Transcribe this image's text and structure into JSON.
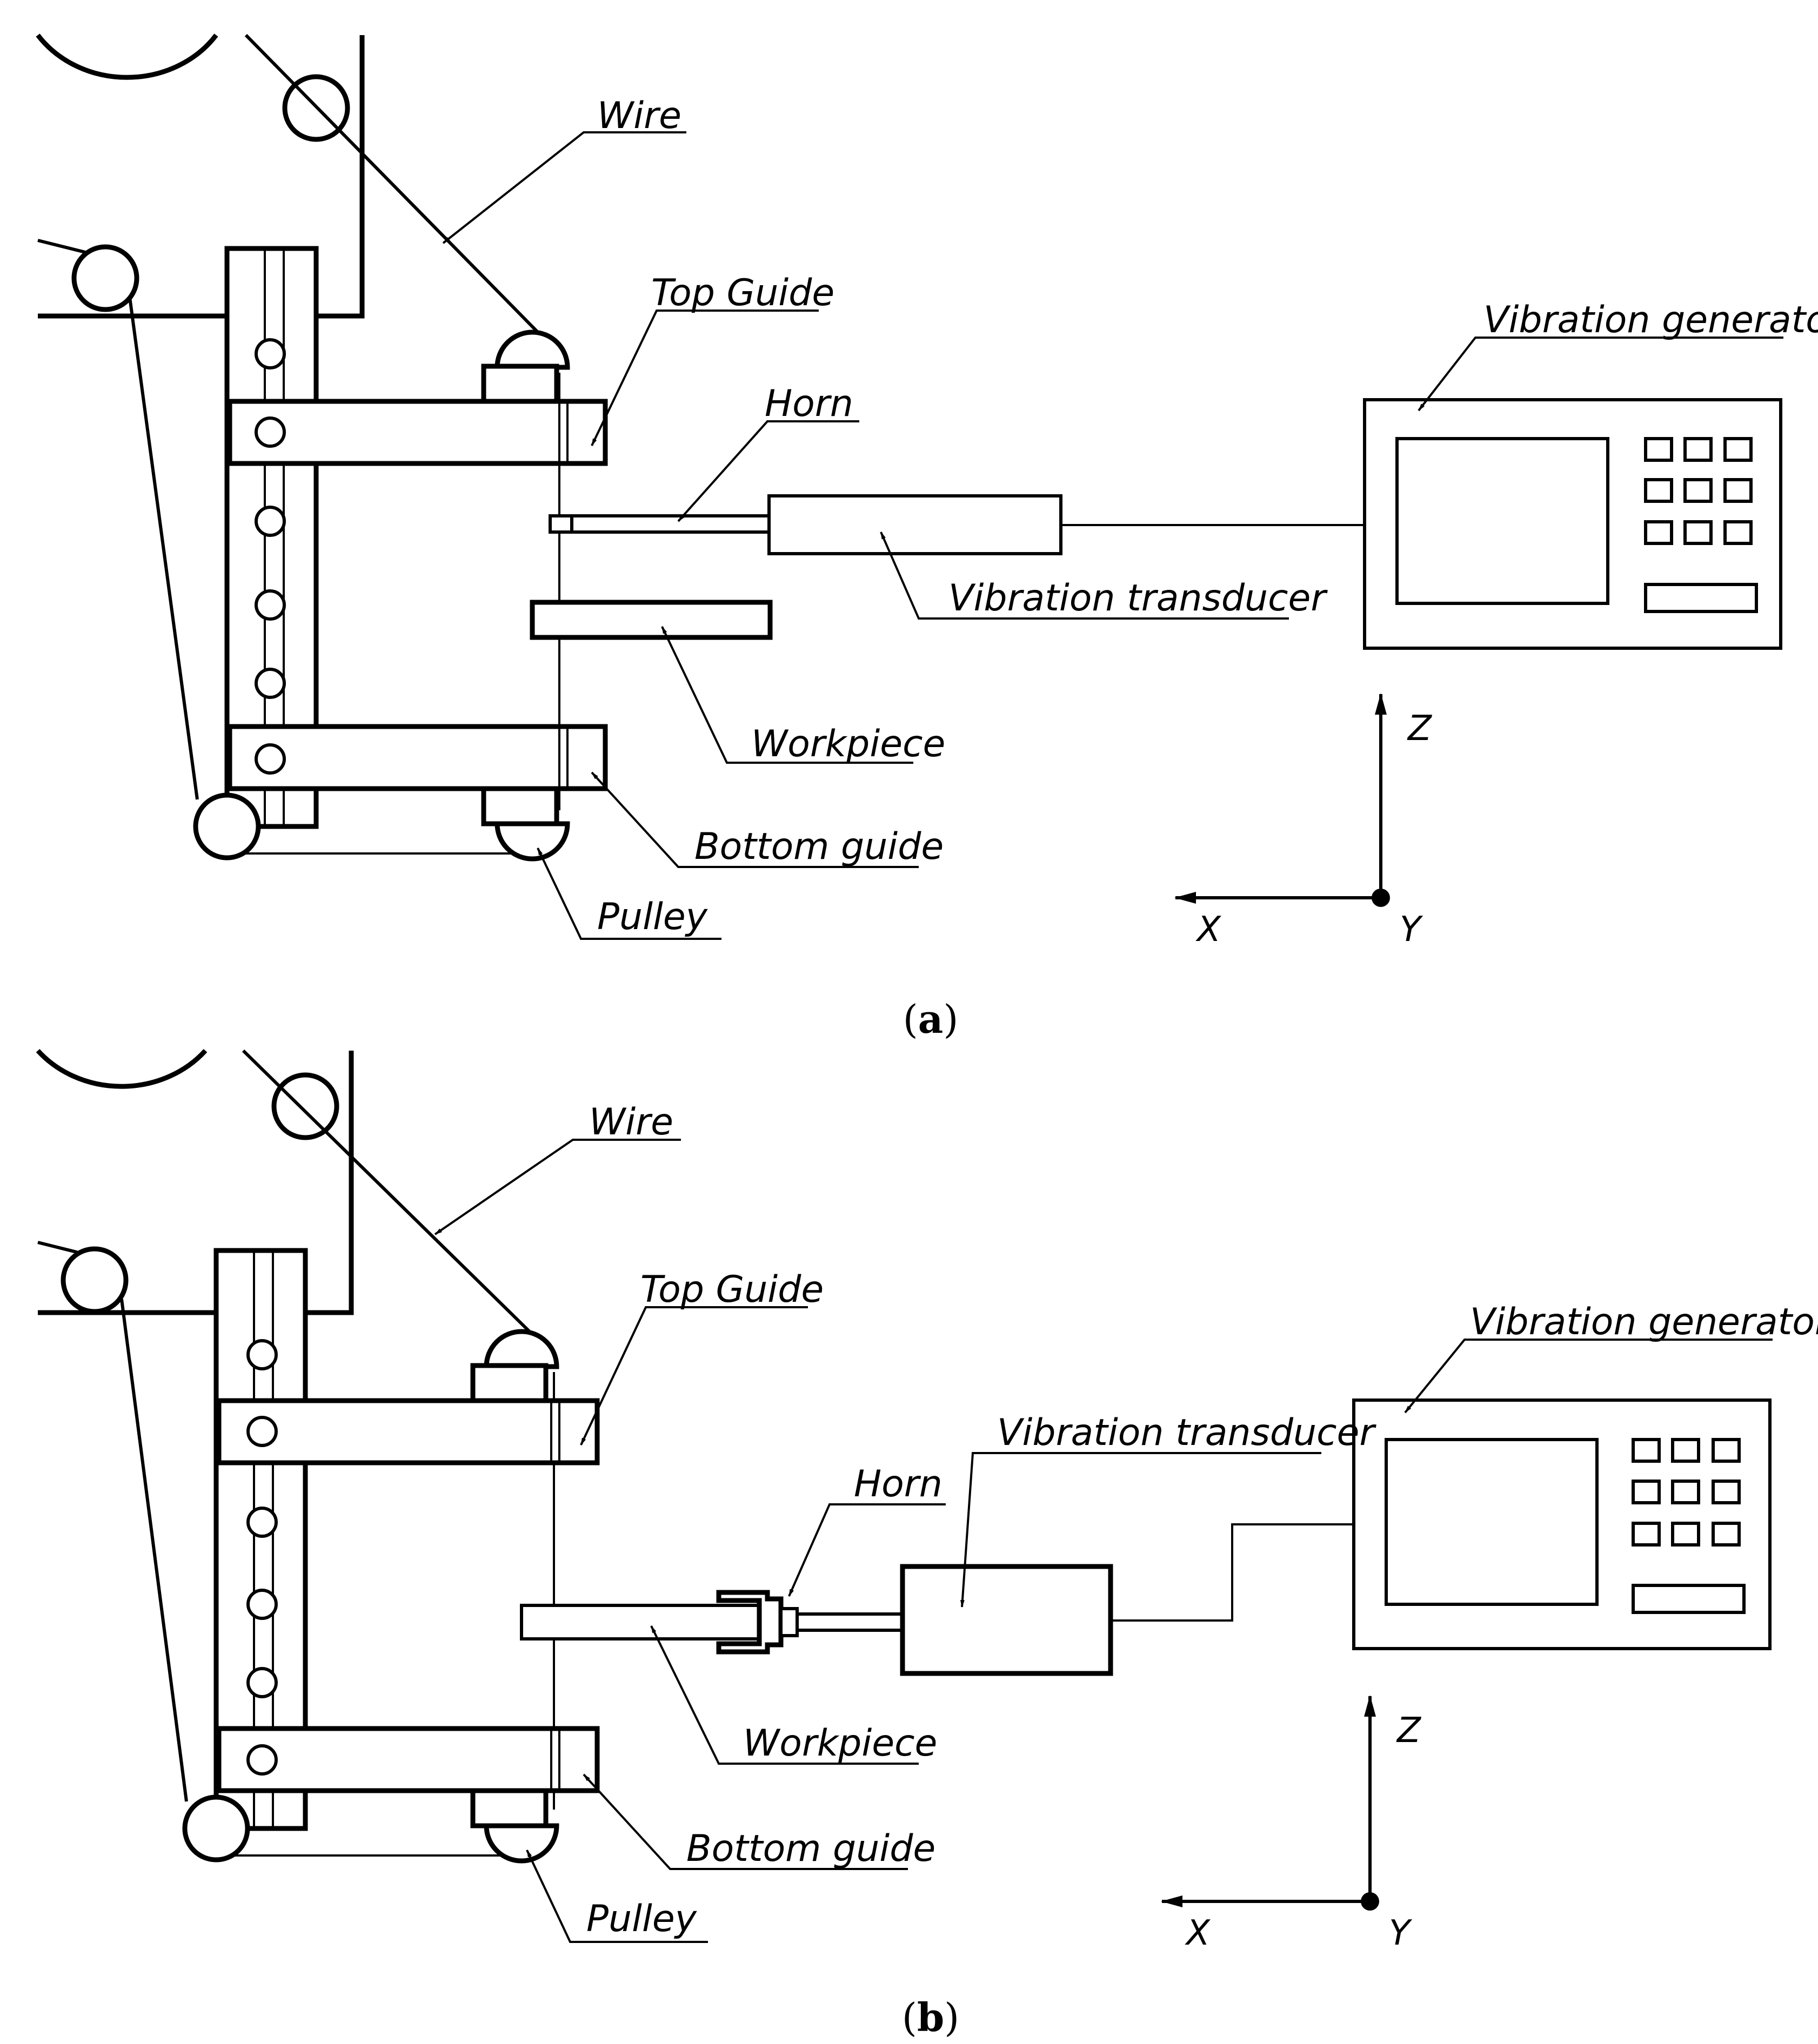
{
  "panel_a": {
    "labels": {
      "wire": "Wire",
      "top_guide": "Top Guide",
      "horn": "Horn",
      "vibration_generator": "Vibration generator",
      "vibration_transducer": "Vibration transducer",
      "workpiece": "Workpiece",
      "bottom_guide": "Bottom guide",
      "pulley": "Pulley"
    },
    "axes": {
      "z": "Z",
      "x": "X",
      "y": "Y"
    },
    "caption": {
      "open": "(",
      "letter": "a",
      "close": ")"
    }
  },
  "panel_b": {
    "labels": {
      "wire": "Wire",
      "top_guide": "Top Guide",
      "horn": "Horn",
      "vibration_generator": "Vibration generator",
      "vibration_transducer": "Vibration transducer",
      "workpiece": "Workpiece",
      "bottom_guide": "Bottom guide",
      "pulley": "Pulley"
    },
    "axes": {
      "z": "Z",
      "x": "X",
      "y": "Y"
    },
    "caption": {
      "open": "(",
      "letter": "b",
      "close": ")"
    }
  }
}
